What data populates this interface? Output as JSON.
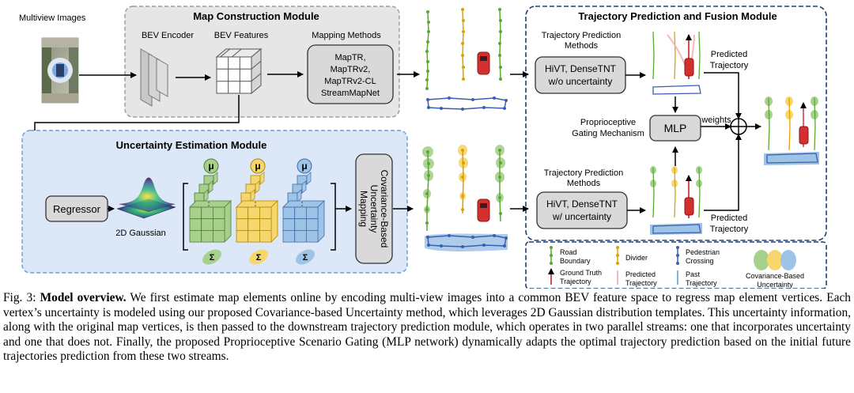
{
  "figure": {
    "multiview_label": "Multiview Images",
    "map_module": {
      "title": "Map Construction Module",
      "bev_encoder": "BEV Encoder",
      "bev_features": "BEV Features",
      "mapping_methods": "Mapping Methods",
      "methods": [
        "MapTR,",
        "MapTRv2,",
        "MapTRv2-CL",
        "StreamMapNet"
      ]
    },
    "uncertainty_module": {
      "title": "Uncertainty Estimation Module",
      "regressor": "Regressor",
      "gaussian_label": "2D Gaussian",
      "mu_symbol": "μ",
      "sigma_symbol": "Σ",
      "cov_mapping": [
        "Covariance-Based",
        "Uncertainty",
        "Mapping"
      ]
    },
    "trajectory_module": {
      "title": "Trajectory Prediction and Fusion Module",
      "tp_methods_label": [
        "Trajectory Prediction",
        "Methods"
      ],
      "top_box": [
        "HiVT, DenseTNT",
        "w/o uncertainty"
      ],
      "bottom_box": [
        "HiVT, DenseTNT",
        "w/ uncertainty"
      ],
      "predicted_traj": [
        "Predicted",
        "Trajectory"
      ],
      "gating_label": [
        "Proprioceptive",
        "Gating Mechanism"
      ],
      "mlp": "MLP",
      "weights": "weights",
      "oplus": "⊕"
    },
    "legend": {
      "road_boundary": [
        "Road",
        "Boundary"
      ],
      "divider": "Divider",
      "ped_crossing": [
        "Pedestrian",
        "Crossing"
      ],
      "gt_traj": [
        "Ground Truth",
        "Trajectory"
      ],
      "predicted_traj": [
        "Predicted",
        "Trajectory"
      ],
      "past_traj": [
        "Past",
        "Trajectory"
      ],
      "cov_uncertainty": [
        "Covariance-Based",
        "Uncertainty"
      ]
    },
    "colors": {
      "road": "#5aa832",
      "divider": "#e0a000",
      "crossing": "#3a5fb0",
      "gauss_green": "#a8d08d",
      "gauss_yellow": "#f5d76e",
      "gauss_blue": "#9dc3e6",
      "car": "#d42f2f"
    }
  },
  "caption": {
    "prefix": "Fig. 3: ",
    "bold": "Model overview.",
    "text": " We first estimate map elements online by encoding multi-view images into a common BEV feature space to regress map element vertices. Each vertex’s uncertainty is modeled using our proposed Covariance-based Uncertainty method, which leverages 2D Gaussian distribution templates. This uncertainty information, along with the original map vertices, is then passed to the downstream trajectory prediction module, which operates in two parallel streams: one that incorporates uncertainty and one that does not. Finally, the proposed Proprioceptive Scenario Gating (MLP network) dynamically adapts the optimal trajectory prediction based on the initial future trajectories prediction from these two streams."
  }
}
